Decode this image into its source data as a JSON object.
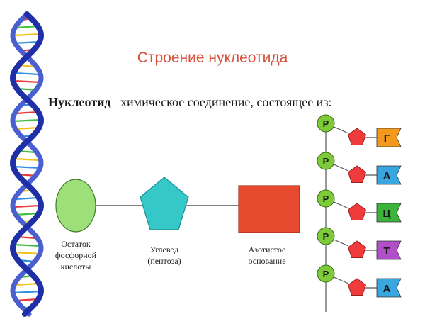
{
  "title": "Строение нуклеотида",
  "subtitle": {
    "term": "Нуклеотид",
    "rest": " –химическое соединение, состоящее из:"
  },
  "components": [
    {
      "shape": "circle",
      "color": "#9de07a",
      "label_lines": [
        "Остаток",
        "фосфорной",
        "кислоты"
      ]
    },
    {
      "shape": "pentagon",
      "color": "#36c8c8",
      "label_lines": [
        "Углевод",
        "(пентоза)"
      ]
    },
    {
      "shape": "square",
      "color": "#e64a2e",
      "label_lines": [
        "Азотистое",
        "основание"
      ]
    }
  ],
  "chain": {
    "phosphate_letter": "P",
    "phosphate_color": "#7ecb3a",
    "sugar_color": "#ef3b3b",
    "bases": [
      {
        "letter": "Г",
        "color": "#f39a1e"
      },
      {
        "letter": "А",
        "color": "#3aa6e0"
      },
      {
        "letter": "Ц",
        "color": "#3cb43c"
      },
      {
        "letter": "Т",
        "color": "#b04fc8"
      },
      {
        "letter": "А",
        "color": "#3aa6e0"
      }
    ]
  }
}
